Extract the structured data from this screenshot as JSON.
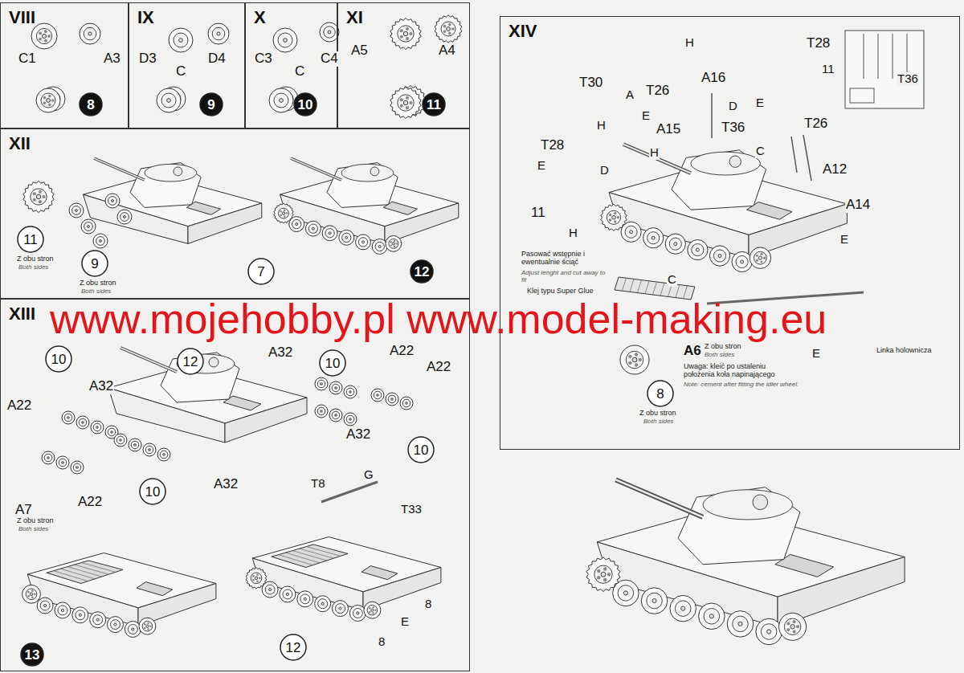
{
  "diagram": {
    "nodes": [
      {
        "text": [
          "VIII"
        ]
      },
      {
        "text": [
          "8"
        ],
        "in": 0
      },
      {
        "text": [
          "IX"
        ]
      },
      {
        "text": [
          "9"
        ],
        "in": 2
      },
      {
        "text": [
          "X"
        ]
      },
      {
        "text": [
          "10"
        ],
        "in": 4
      },
      {
        "text": [
          "XI"
        ]
      },
      {
        "text": [
          "11"
        ],
        "in": 6
      },
      {
        "text": [
          "XII"
        ]
      },
      {
        "text": [
          "11"
        ],
        "in": 8
      },
      {
        "text": [
          "9"
        ],
        "in": 8
      },
      {
        "text": [
          "7"
        ],
        "in": 8
      },
      {
        "text": [
          "12"
        ],
        "in": 8
      },
      {
        "text": [
          "XIII"
        ]
      },
      {
        "text": [
          "12"
        ],
        "in": 13
      },
      {
        "text": [
          "10"
        ],
        "in": 13
      },
      {
        "text": [
          "10"
        ],
        "in": 13
      },
      {
        "text": [
          "10"
        ],
        "in": 13
      },
      {
        "text": [
          "10"
        ],
        "in": 13
      },
      {
        "text": [
          "13"
        ],
        "in": 13
      },
      {
        "text": [
          "12"
        ],
        "in": 13
      },
      {
        "text": [
          "XIV"
        ]
      },
      {
        "text": [
          "8"
        ],
        "in": 21
      }
    ],
    "edges": [],
    "labels": [
      "C1",
      "A3",
      "D3",
      "D4",
      "C",
      "C3",
      "C4",
      "C",
      "A5",
      "A4",
      "Z obu stron",
      "Both sides",
      "Z obu stron",
      "Both sides",
      "A32",
      "A22",
      "A22",
      "A22",
      "A32",
      "A32",
      "A32",
      "A7",
      "Z obu stron",
      "Both sides",
      "A22",
      "T8",
      "G",
      "T33",
      "8",
      "E",
      "8",
      "H",
      "A16",
      "T28",
      "11",
      "T36",
      "T30",
      "A",
      "D",
      "T26",
      "E",
      "H",
      "E",
      "A15",
      "T36",
      "T26",
      "T28",
      "H",
      "C",
      "E",
      "D",
      "A12",
      "A14",
      "11",
      "E",
      "H",
      "Pasować wstępnie i ewentualnie ściąć",
      "Adjust lenght and cut away to fit",
      "C",
      "Klej typu Super Glue",
      "Linka holownicza",
      "A6",
      "Z obu stron",
      "Both sides",
      "Uwaga: kleić po ustaleniu położenia koła napinającego",
      "Note: cement after fitting the idler wheel.",
      "Z obu stron",
      "Both sides",
      "E",
      "www.mojehobby.pl www.model-making.eu"
    ]
  }
}
